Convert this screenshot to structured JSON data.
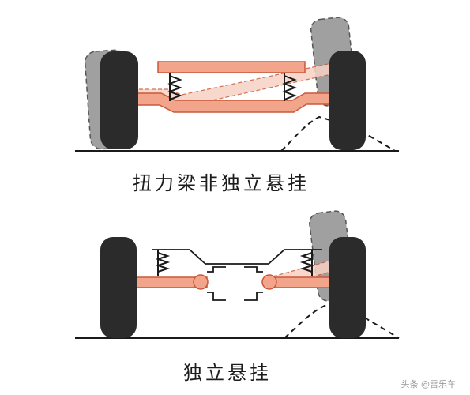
{
  "captions": {
    "top": "扭力梁非独立悬挂",
    "bottom": "独立悬挂"
  },
  "watermark": "头条 @雷乐车",
  "colors": {
    "arm": "#f2a58a",
    "arm_stroke": "#c8593a",
    "arm_ghost": "#f9dfd4",
    "tire": "#2b2b2b",
    "tire_ghost": "#9e9e9e",
    "line": "#1a1a1a"
  },
  "icons": [
    "tire-icon",
    "spring-icon",
    "diff-housing-icon"
  ]
}
